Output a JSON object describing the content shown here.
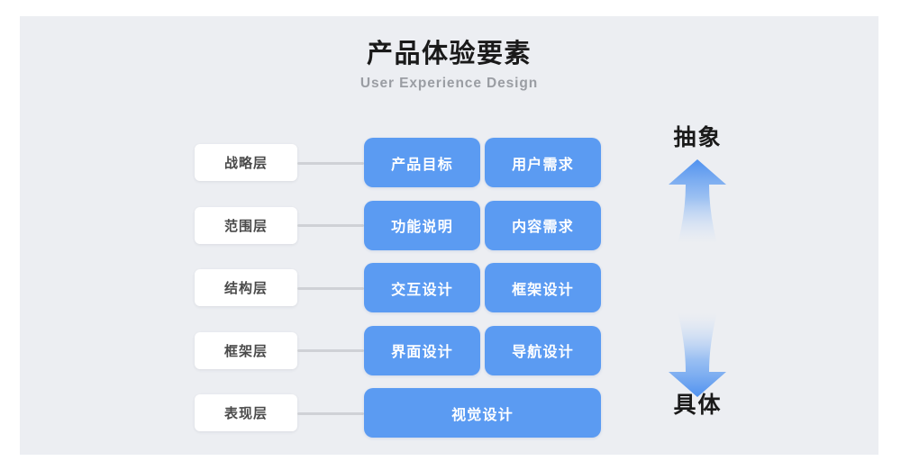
{
  "header": {
    "title": "产品体验要素",
    "subtitle": "User Experience Design"
  },
  "colors": {
    "canvas_background": "#eceef2",
    "page_background": "#ffffff",
    "box_blue": "#5b9bf2",
    "card_white": "#ffffff",
    "connector_gray": "#cfd1d6",
    "title_black": "#1a1a1a",
    "subtitle_gray": "#9a9da3",
    "card_label_gray": "#4a4a4a"
  },
  "diagram": {
    "rows": [
      {
        "layer": "战略层",
        "boxes": [
          {
            "label": "产品目标",
            "width": "half"
          },
          {
            "label": "用户需求",
            "width": "half"
          }
        ]
      },
      {
        "layer": "范围层",
        "boxes": [
          {
            "label": "功能说明",
            "width": "half"
          },
          {
            "label": "内容需求",
            "width": "half"
          }
        ]
      },
      {
        "layer": "结构层",
        "boxes": [
          {
            "label": "交互设计",
            "width": "half"
          },
          {
            "label": "框架设计",
            "width": "half"
          }
        ]
      },
      {
        "layer": "框架层",
        "boxes": [
          {
            "label": "界面设计",
            "width": "half"
          },
          {
            "label": "导航设计",
            "width": "half"
          }
        ]
      },
      {
        "layer": "表现层",
        "boxes": [
          {
            "label": "视觉设计",
            "width": "full"
          }
        ]
      }
    ]
  },
  "axis": {
    "top_label": "抽象",
    "bottom_label": "具体",
    "up_arrow_icon": "arrow-up-gradient-icon",
    "down_arrow_icon": "arrow-down-gradient-icon"
  }
}
